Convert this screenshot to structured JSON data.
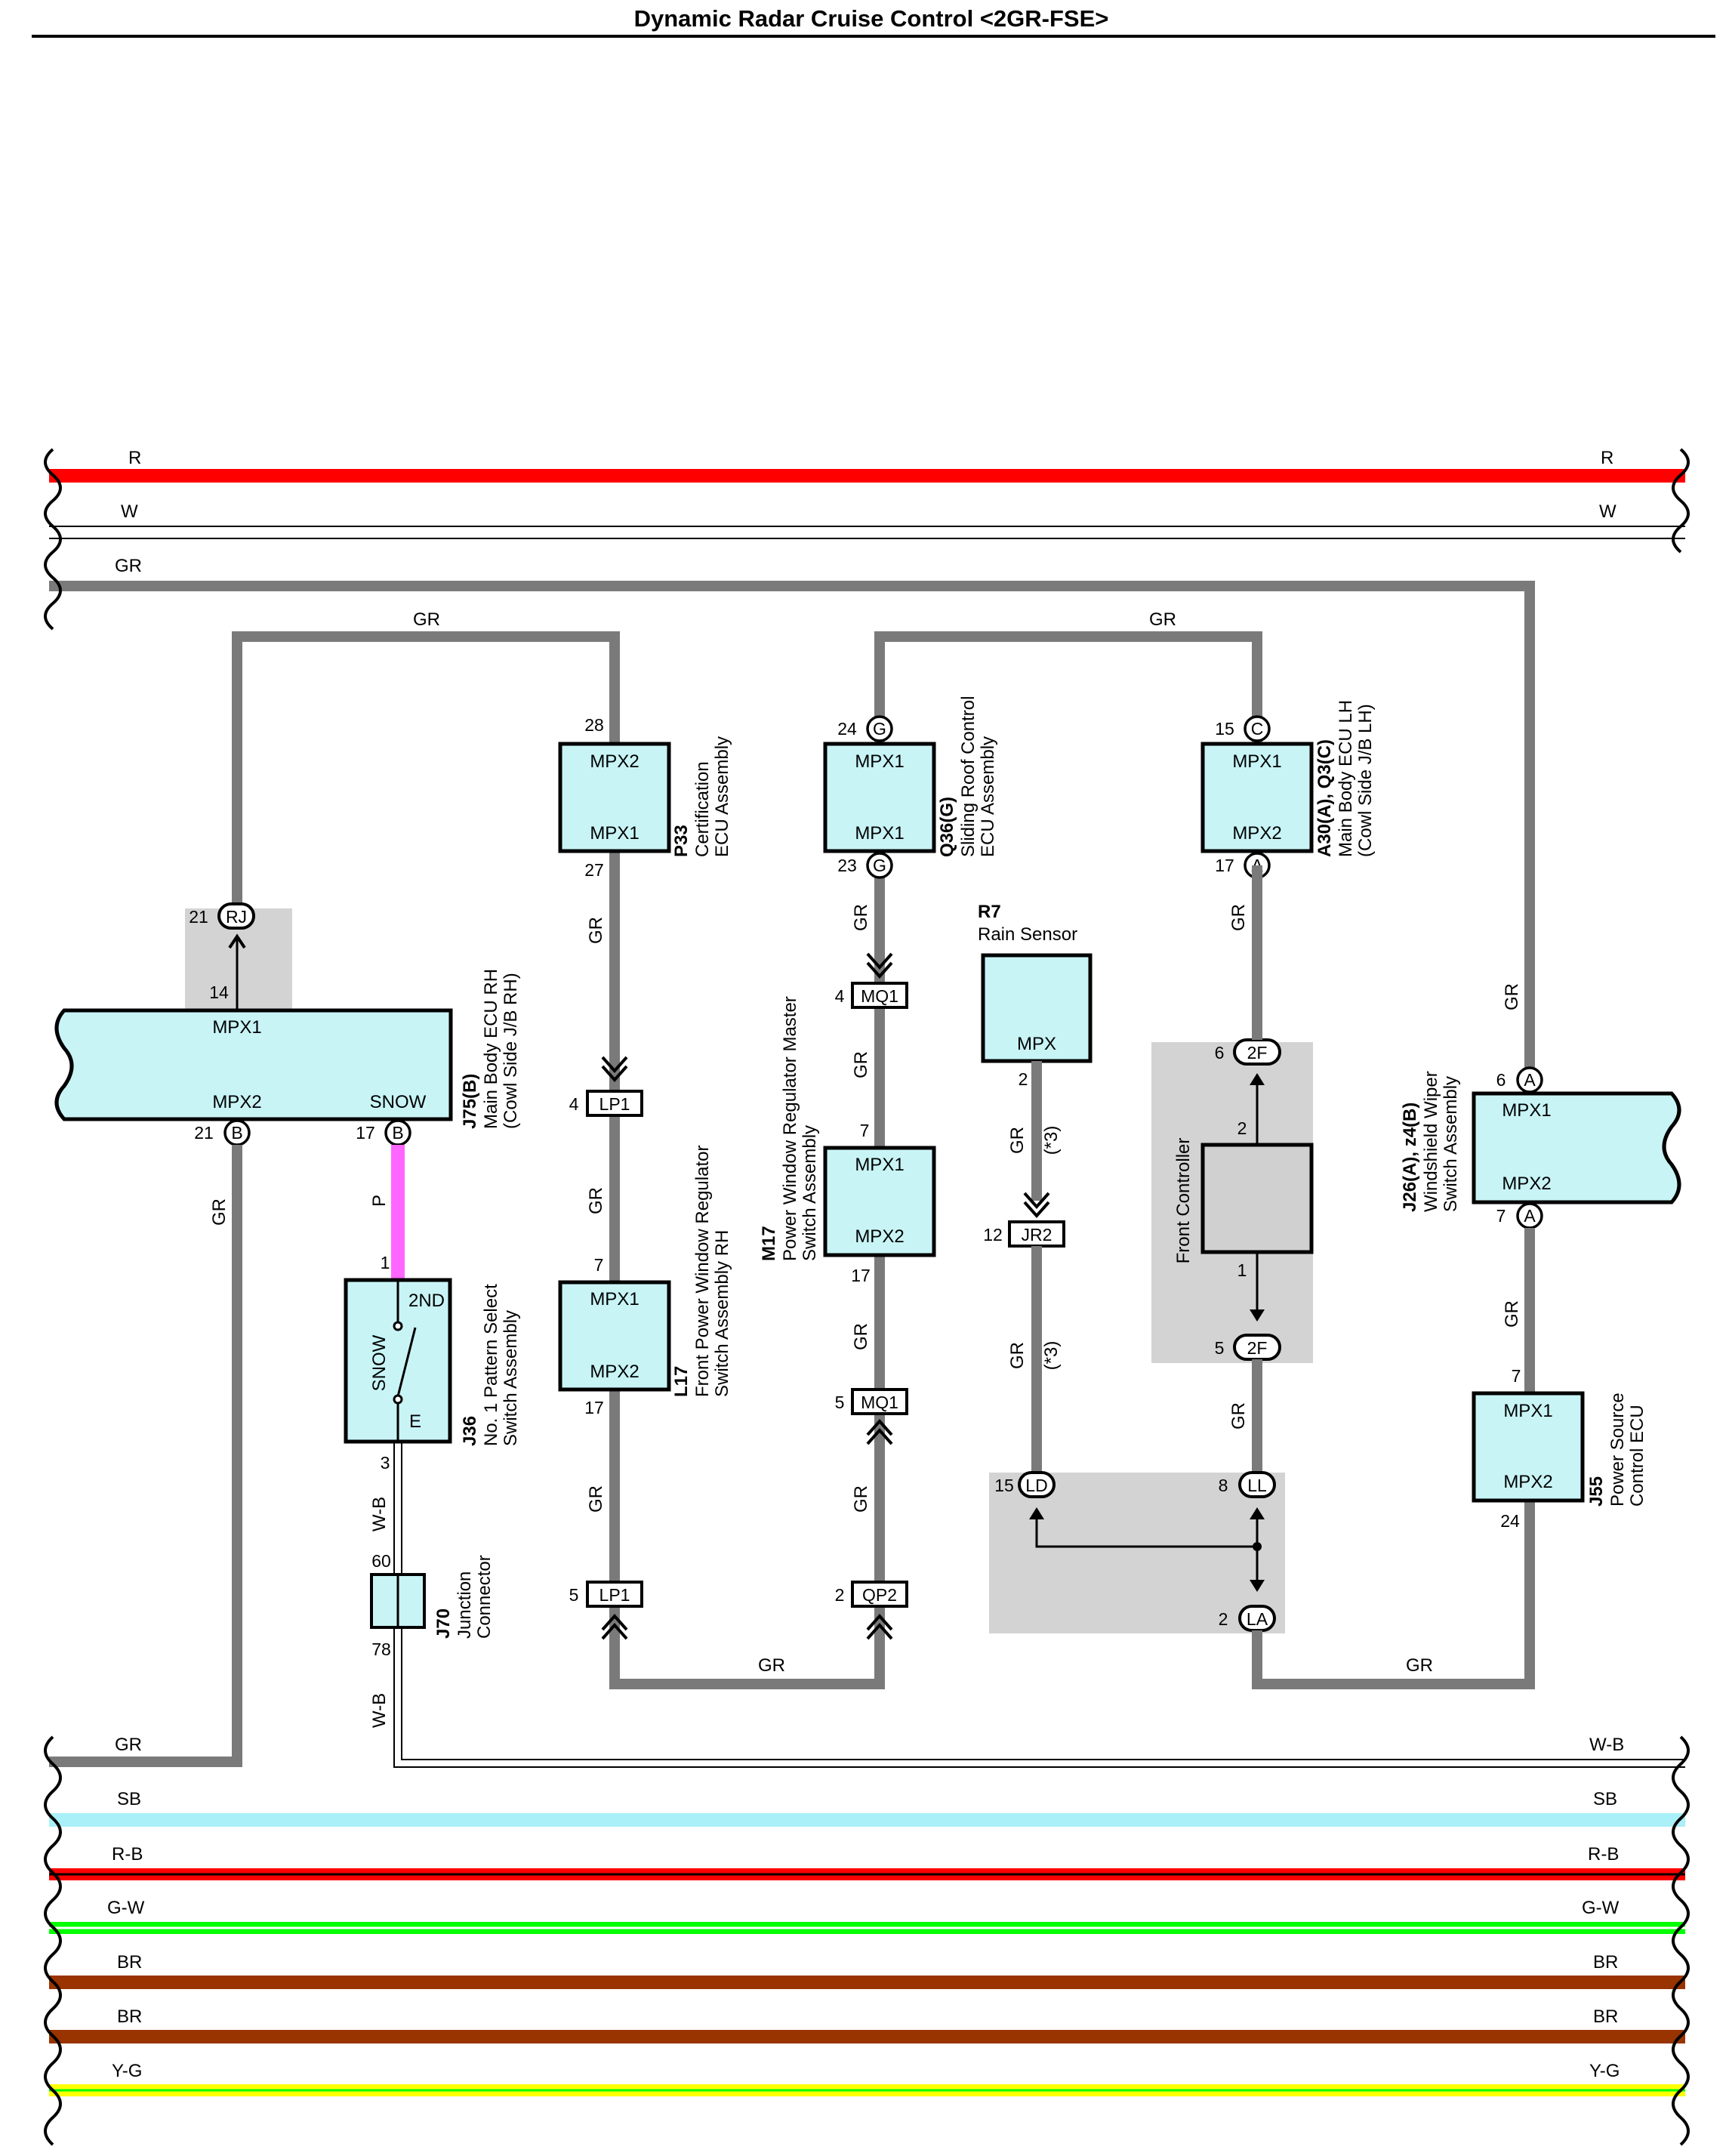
{
  "title": "Dynamic Radar Cruise Control <2GR-FSE>",
  "colors": {
    "R": "#ff0000",
    "W": "#ffffff",
    "GR": "#7a7a7a",
    "P": "#ff66ff",
    "W-B": "#ffffff",
    "SB": "#aaf0f8",
    "R-B": "#ff0000",
    "G-W": "#00ff00",
    "BR": "#993300",
    "Y-G": "#ffff00",
    "component": "#c8f4f6",
    "shade": "#d3d3d3"
  },
  "buses_top": [
    {
      "left": "R",
      "right": "R"
    },
    {
      "left": "W",
      "right": "W"
    },
    {
      "left": "GR",
      "right": ""
    }
  ],
  "buses_bottom": [
    {
      "left": "GR",
      "right": ""
    },
    {
      "left": "",
      "right": "W-B"
    },
    {
      "left": "SB",
      "right": "SB"
    },
    {
      "left": "R-B",
      "right": "R-B"
    },
    {
      "left": "G-W",
      "right": "G-W"
    },
    {
      "left": "BR",
      "right": "BR"
    },
    {
      "left": "BR",
      "right": "BR"
    },
    {
      "left": "Y-G",
      "right": "Y-G"
    }
  ],
  "wire_labels": {
    "gr": "GR",
    "p": "P",
    "wb": "W-B",
    "note3": "(*3)"
  },
  "components": {
    "j75": {
      "code": "J75(B)",
      "name1": "Main Body ECU RH",
      "name2": "(Cowl Side J/B RH)",
      "term1": "MPX1",
      "term2": "MPX2",
      "term3": "SNOW",
      "pin_rj": "21",
      "conn_rj": "RJ",
      "pin14": "14",
      "pin_b1": "21",
      "conn_b": "B",
      "pin_b2": "17"
    },
    "j36": {
      "code": "J36",
      "name1": "No. 1 Pattern Select",
      "name2": "Switch Assembly",
      "sw_2nd": "2ND",
      "sw_snow": "SNOW",
      "sw_e": "E",
      "pin1": "1",
      "pin3": "3"
    },
    "j70": {
      "code": "J70",
      "name1": "Junction",
      "name2": "Connector",
      "pin60": "60",
      "pin78": "78"
    },
    "p33": {
      "code": "P33",
      "name1": "Certification",
      "name2": "ECU Assembly",
      "term1": "MPX2",
      "term2": "MPX1",
      "pin_top": "28",
      "pin_bot": "27"
    },
    "lp1": {
      "conn": "LP1",
      "pin_a": "4",
      "pin_b": "5"
    },
    "l17": {
      "code": "L17",
      "name1": "Front Power Window Regulator",
      "name2": "Switch Assembly RH",
      "term1": "MPX1",
      "term2": "MPX2",
      "pin_top": "7",
      "pin_bot": "17"
    },
    "q36": {
      "code": "Q36(G)",
      "name1": "Sliding Roof Control",
      "name2": "ECU Assembly",
      "term1": "MPX1",
      "term2": "MPX1",
      "pin_top": "24",
      "pin_bot": "23",
      "conn": "G"
    },
    "mq1": {
      "conn": "MQ1",
      "pin_a": "4",
      "pin_b": "5"
    },
    "m17": {
      "code": "M17",
      "name1": "Power Window Regulator Master",
      "name2": "Switch Assembly",
      "term1": "MPX1",
      "term2": "MPX2",
      "pin_top": "7",
      "pin_bot": "17"
    },
    "qp2": {
      "conn": "QP2",
      "pin": "2"
    },
    "r7": {
      "code": "R7",
      "name": "Rain Sensor",
      "term": "MPX",
      "pin": "2"
    },
    "jr2": {
      "conn": "JR2",
      "pin": "12"
    },
    "a30": {
      "code": "A30(A), Q3(C)",
      "name1": "Main Body ECU LH",
      "name2": "(Cowl Side J/B LH)",
      "term1": "MPX1",
      "term2": "MPX2",
      "pin_top": "15",
      "conn_top": "C",
      "pin_bot": "17",
      "conn_bot": "A"
    },
    "front_ctrl": {
      "name": "Front Controller",
      "pin_top": "2",
      "pin_bot": "1",
      "conn": "2F",
      "pin_a": "6",
      "pin_b": "5"
    },
    "junction": {
      "ld_pin": "15",
      "ld": "LD",
      "ll_pin": "8",
      "ll": "LL",
      "la_pin": "2",
      "la": "LA"
    },
    "j26": {
      "code": "J26(A), z4(B)",
      "name1": "Windshield Wiper",
      "name2": "Switch Assembly",
      "term1": "MPX1",
      "term2": "MPX2",
      "pin_top": "6",
      "pin_bot": "7",
      "conn": "A"
    },
    "j55": {
      "code": "J55",
      "name1": "Power Source",
      "name2": "Control ECU",
      "term1": "MPX1",
      "term2": "MPX2",
      "pin_top": "7",
      "pin_bot": "24"
    }
  }
}
